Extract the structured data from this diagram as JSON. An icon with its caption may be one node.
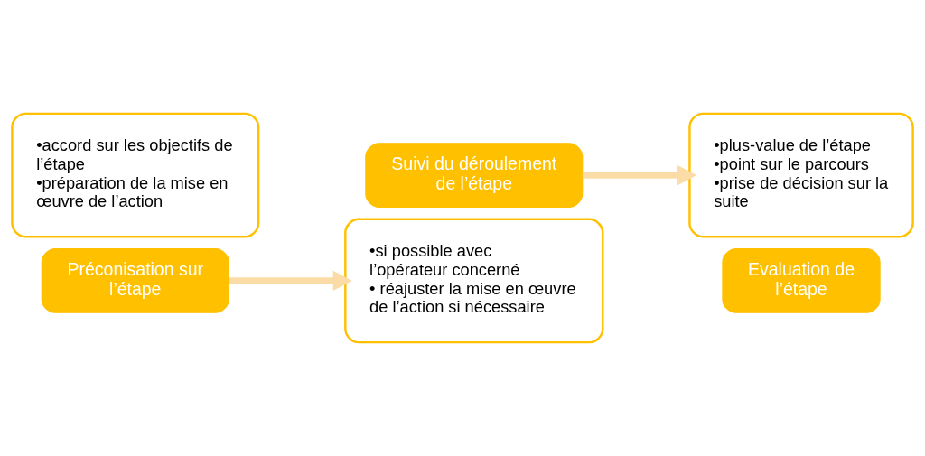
{
  "diagram": {
    "nodes": [
      {
        "text": [
          "•accord sur les objectifs de l’étape",
          "•préparation de la mise en œuvre de l’action"
        ]
      },
      {
        "text": [
          "Préconisation sur l’étape"
        ]
      },
      {
        "text": [
          "Suivi du déroulement de l’étape"
        ]
      },
      {
        "text": [
          "•si possible avec l’opérateur concerné",
          "• réajuster la mise en œuvre de l’action si nécessaire"
        ]
      },
      {
        "text": [
          "•plus-value de l’étape",
          "•point sur le parcours",
          "•prise de décision sur la suite"
        ]
      },
      {
        "text": [
          "Evaluation de l’étape"
        ]
      }
    ],
    "edges": [
      {
        "from": 1,
        "to": 3,
        "arrow": "to"
      },
      {
        "from": 2,
        "to": 4,
        "arrow": "to"
      }
    ]
  }
}
